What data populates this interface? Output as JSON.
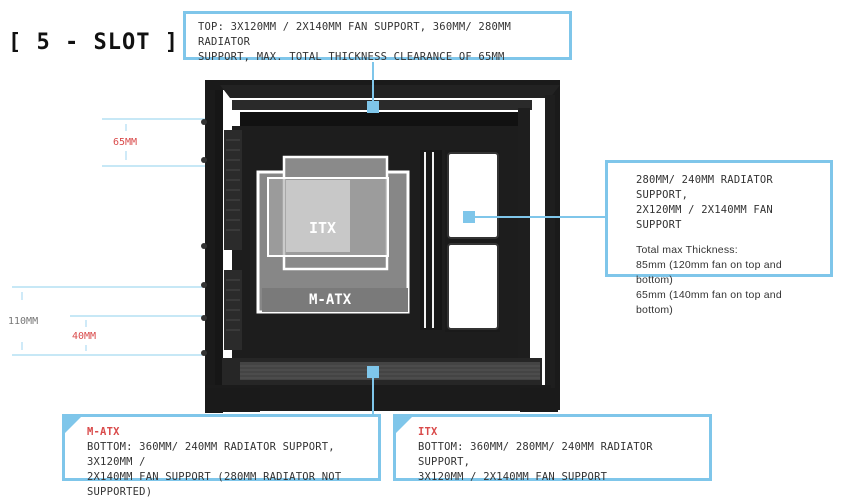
{
  "title": "[ 5 - SLOT ]",
  "callouts": {
    "top": {
      "line1": "TOP: 3X120MM / 2X140MM FAN SUPPORT, 360MM/ 280MM RADIATOR",
      "line2": "SUPPORT, MAX. TOTAL THICKNESS CLEARANCE OF 65MM"
    },
    "right": {
      "line1": "280MM/ 240MM RADIATOR SUPPORT,",
      "line2": "2X120MM / 2X140MM FAN SUPPORT",
      "sub1": "Total max Thickness:",
      "sub2": "85mm (120mm fan on top and bottom)",
      "sub3": "65mm (140mm fan on top and bottom)"
    },
    "matx": {
      "heading": "M-ATX",
      "line1": "BOTTOM: 360MM/ 240MM RADIATOR SUPPORT, 3X120MM /",
      "line2": "2X140MM FAN SUPPORT (280MM RADIATOR NOT SUPPORTED)"
    },
    "itx": {
      "heading": "ITX",
      "line1": "BOTTOM: 360MM/ 280MM/ 240MM RADIATOR SUPPORT,",
      "line2": "3X120MM / 2X140MM FAN SUPPORT"
    }
  },
  "measurements": {
    "top_clearance": "65MM",
    "bottom_total": "110MM",
    "bottom_clearance": "40MM"
  },
  "board_labels": {
    "itx": "ITX",
    "matx": "M-ATX"
  },
  "colors": {
    "accent": "#7fc6ea",
    "highlight": "#d94a4a",
    "case": "#1a1a1a"
  }
}
